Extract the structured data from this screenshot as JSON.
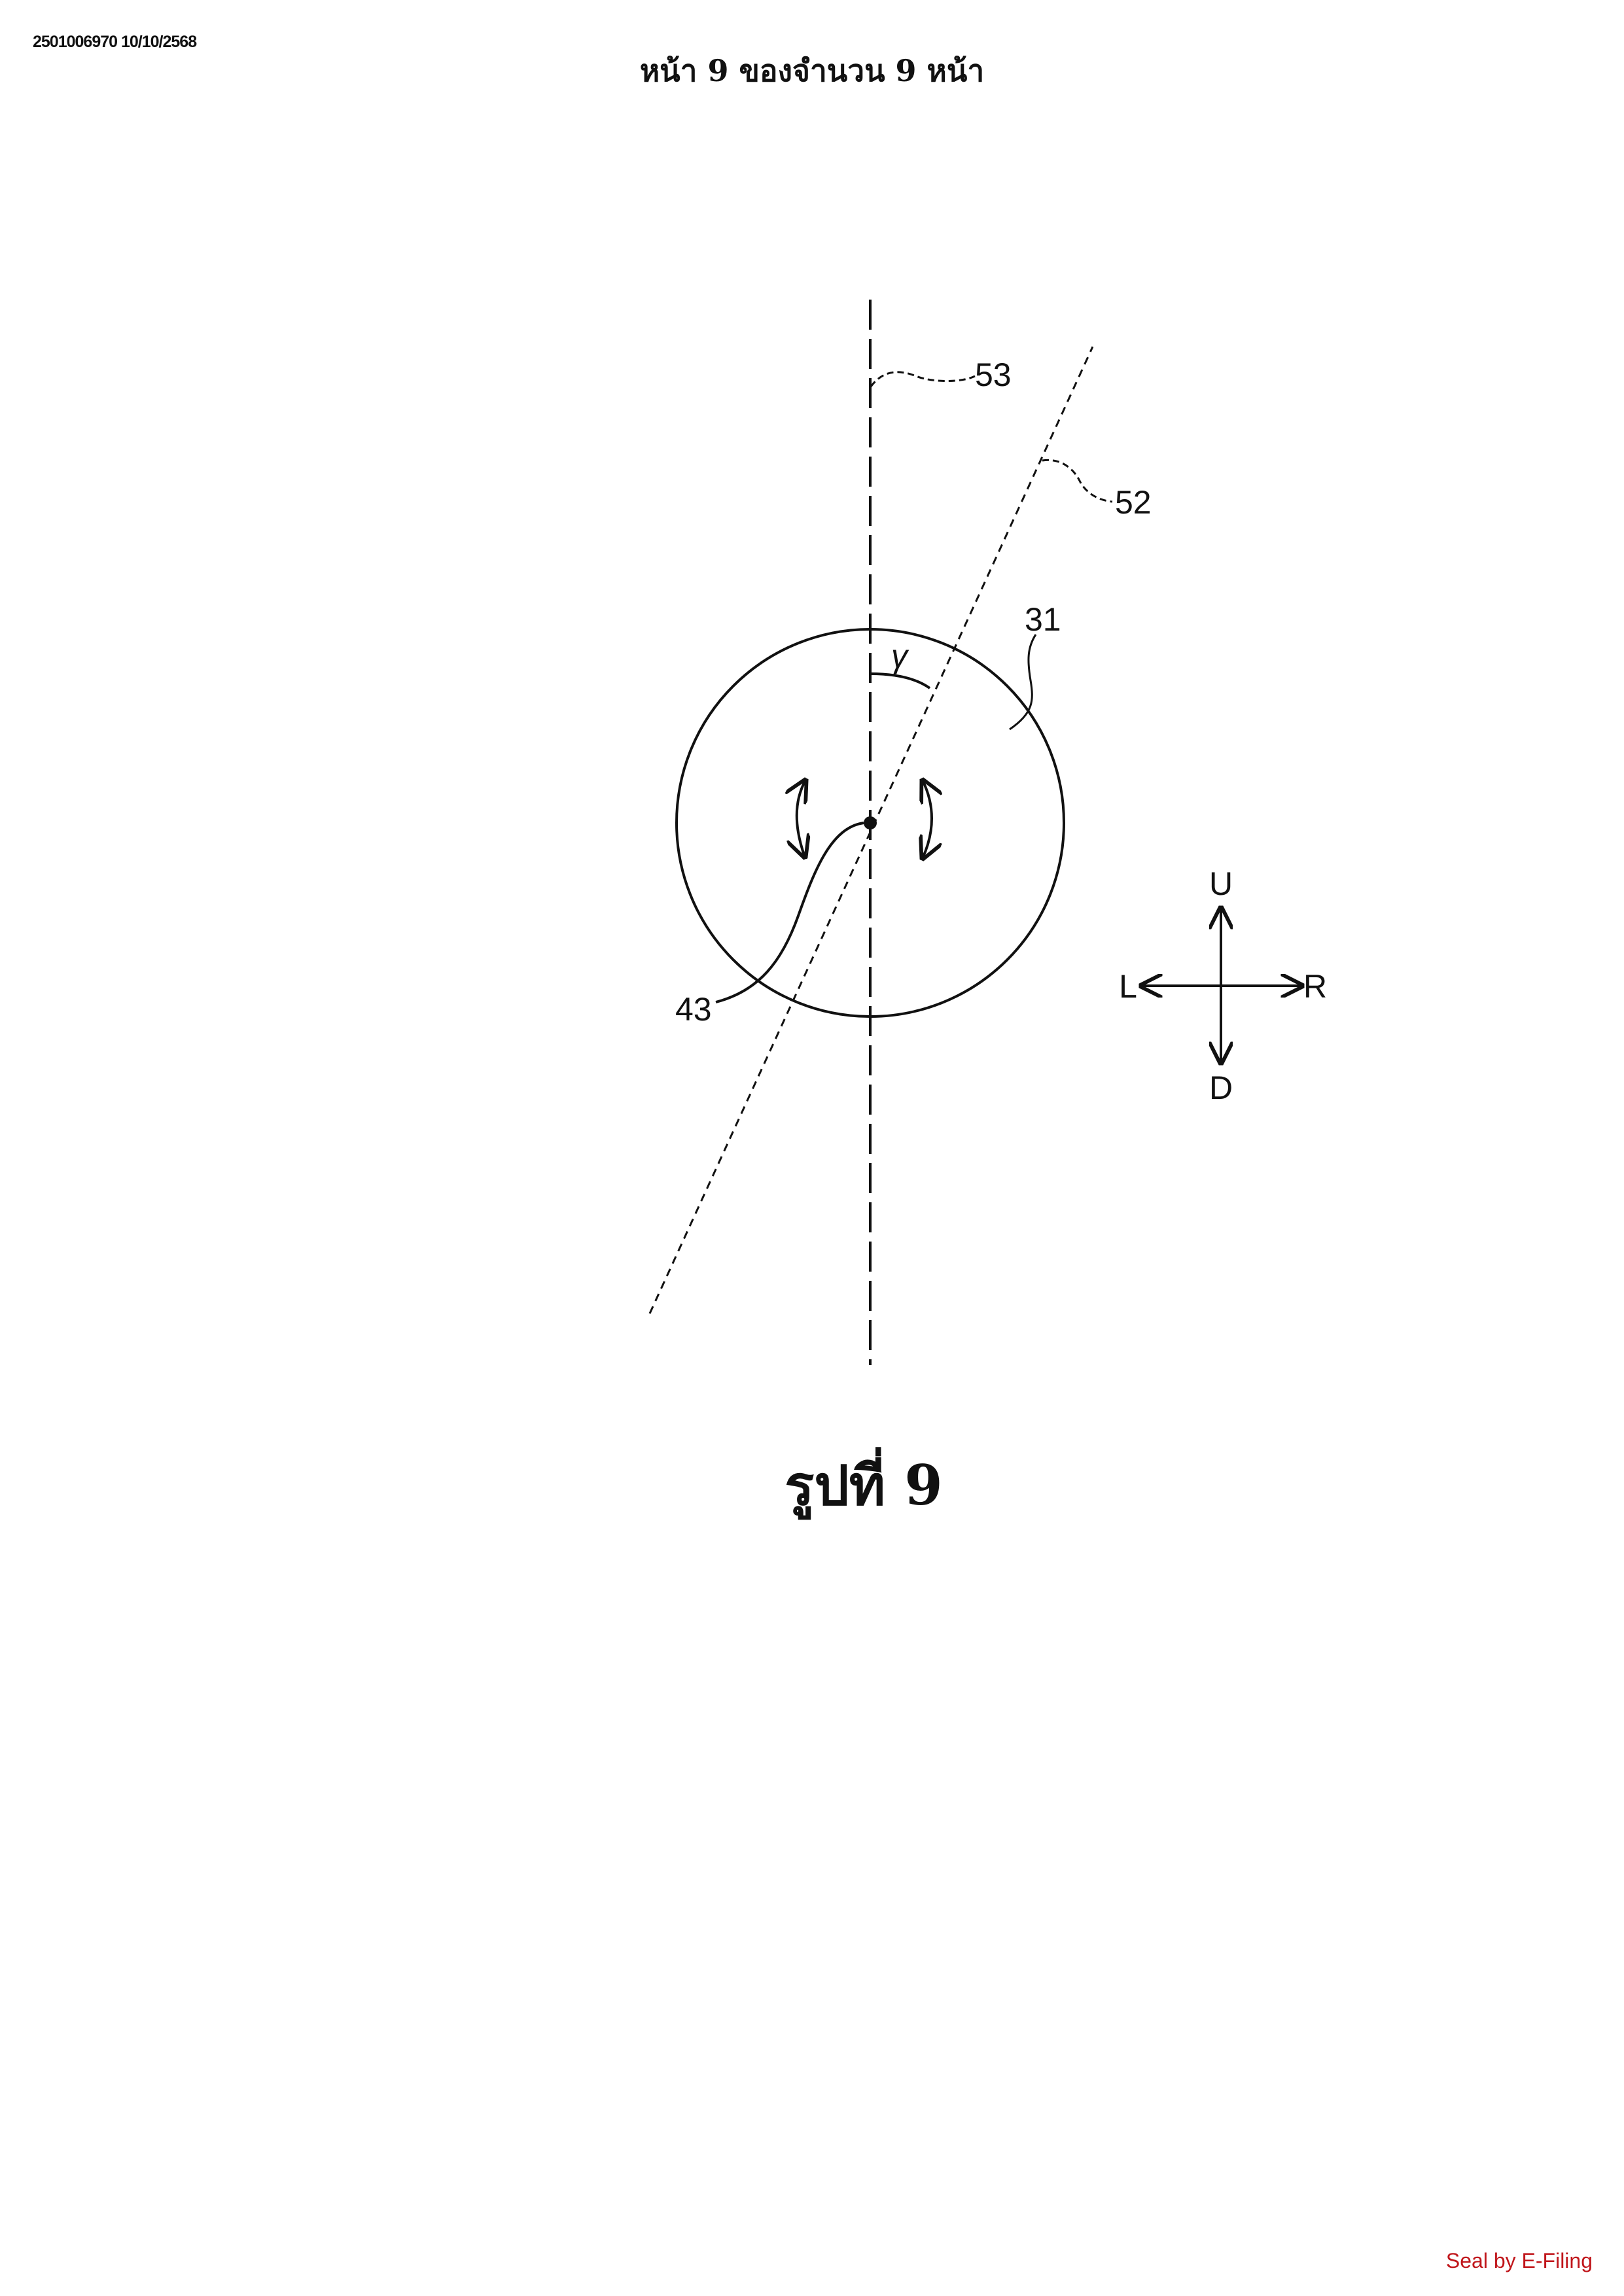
{
  "document": {
    "doc_id": "2501006970 10/10/2568",
    "page_header": "หน้า 9 ของจำนวน 9 หน้า",
    "figure_caption": "รูปที่ 9",
    "seal": "Seal by E-Filing"
  },
  "figure": {
    "reference_labels": {
      "vertical_line": "53",
      "inclined_line": "52",
      "circle": "31",
      "pivot": "43",
      "angle": "γ"
    },
    "direction_labels": {
      "up": "U",
      "down": "D",
      "left": "L",
      "right": "R"
    }
  }
}
